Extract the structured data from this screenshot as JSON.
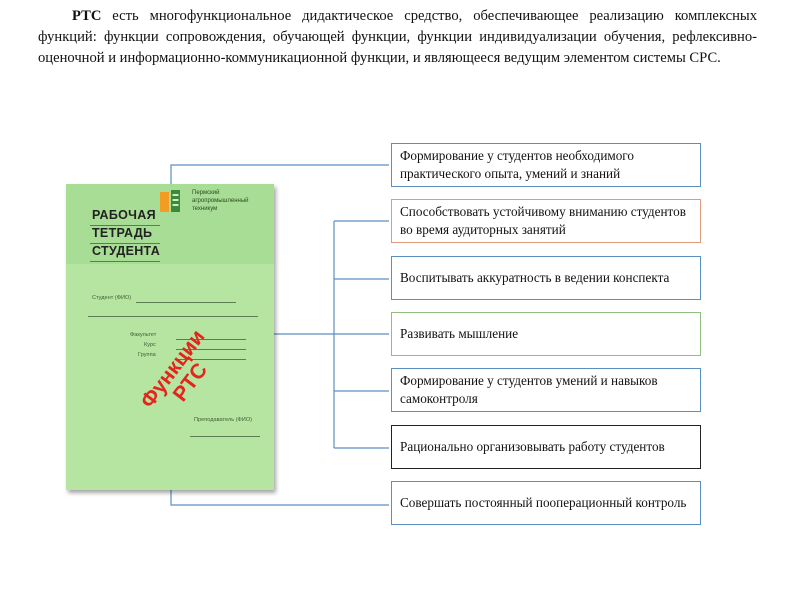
{
  "intro": {
    "lead": "РТС",
    "rest": " есть многофункциональное дидактическое средство, обеспечивающее реализацию комплексных функций: функции сопровождения, обучающей функции, функции индивидуализации обучения, рефлексивно-оценочной и информационно-коммуникационной функции, и являющееся ведущим элементом системы СРС."
  },
  "book": {
    "college": "Пермский агропромышленный техникум",
    "title_lines": [
      "РАБОЧАЯ",
      "ТЕТРАДЬ",
      "СТУДЕНТА"
    ],
    "student_label": "Студент (ФИО)",
    "faculty_label": "Факультет",
    "course_label": "Курс",
    "group_label": "Группа",
    "teacher_label": "Преподаватель (ФИО)",
    "stamp_line1": "Функции",
    "stamp_line2": "РТС"
  },
  "functions": [
    {
      "text": "Формирование у студентов необходимого практического опыта,  умений и знаний",
      "border": "#5b8fc0"
    },
    {
      "text": "Способствовать устойчивому вниманию студентов во время аудиторных занятий",
      "border": "#e0997a"
    },
    {
      "text": "Воспитывать аккуратность в ведении конспекта",
      "border": "#5b8fc0"
    },
    {
      "text": "Развивать мышление",
      "border": "#8fc07d"
    },
    {
      "text": "Формирование у студентов умений и навыков самоконтроля",
      "border": "#5b8fc0"
    },
    {
      "text": "Рационально организовывать работу студентов",
      "border": "#222222"
    },
    {
      "text": "Совершать постоянный пооперационный контроль",
      "border": "#5b8fc0"
    }
  ],
  "colors": {
    "connector": "#5b8fc0",
    "stamp": "#e3251c",
    "cover": "#b6e5a2"
  }
}
